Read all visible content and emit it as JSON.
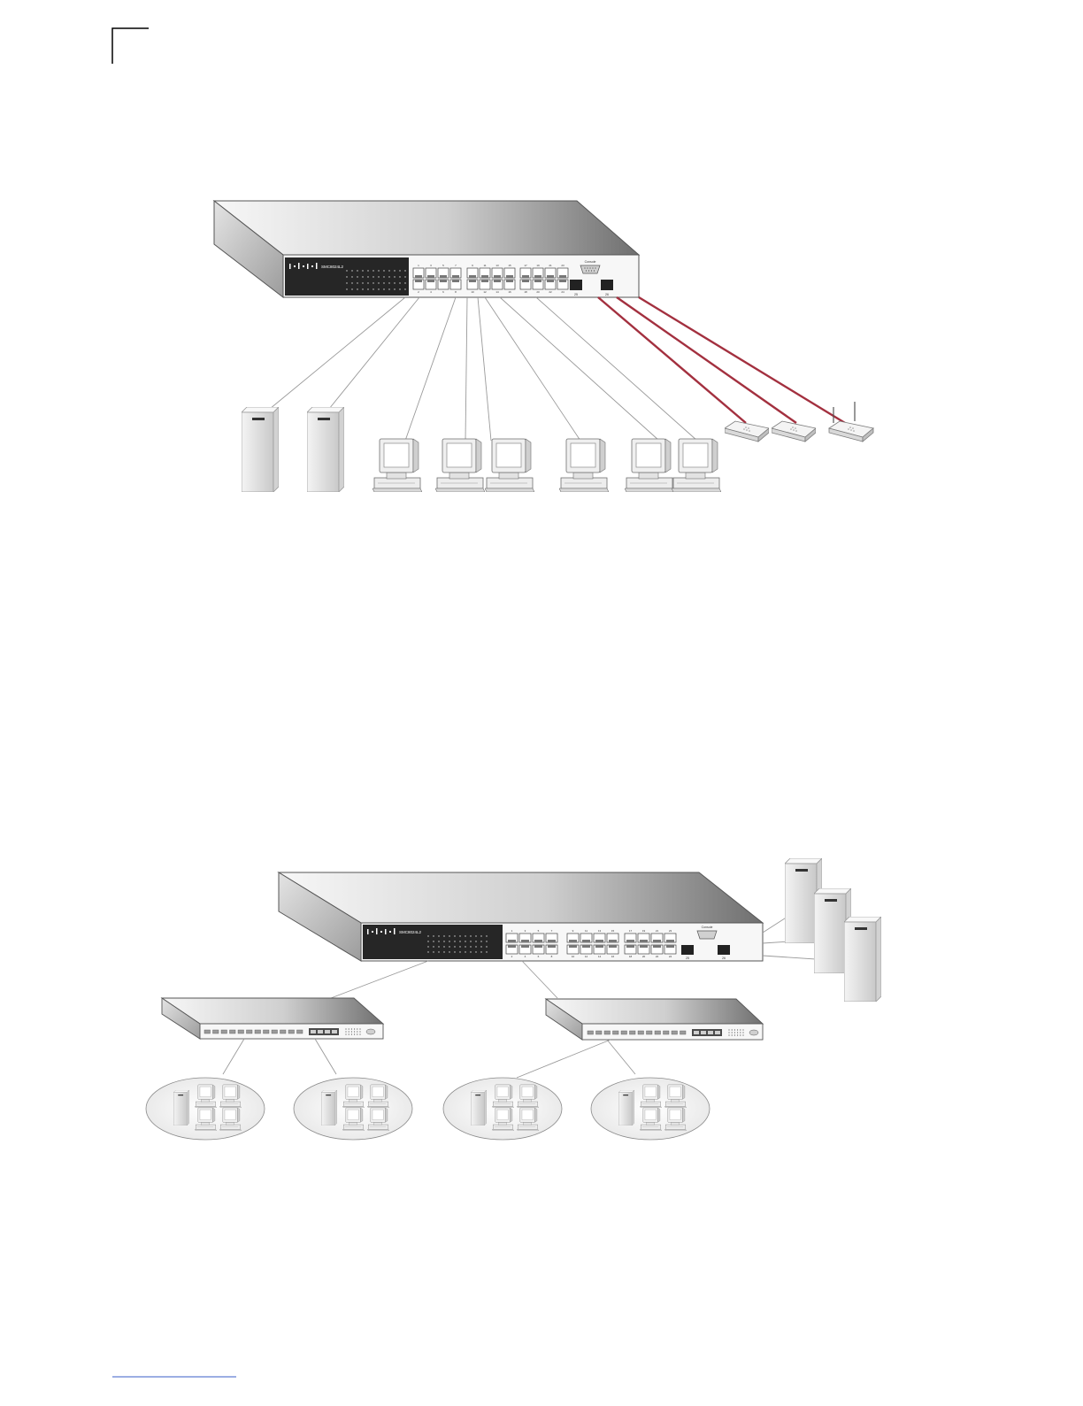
{
  "colors": {
    "page": "#ffffff",
    "cable_copper": "#9a9a9a",
    "cable_fiber": "#a3303f",
    "panel_dark": "#2b2b2b",
    "chassis_light": "#ececec",
    "chassis_dark": "#8a8a8a",
    "device_fill": "#f2f2f2"
  },
  "icons": {
    "switch": "network-switch-icon",
    "server": "tower-server-icon",
    "workstation": "desktop-pc-icon",
    "access_point": "wireless-access-point-icon",
    "group": "workgroup-cluster-icon"
  },
  "figure1": {
    "switch_name": "SMC8024L2",
    "port_numbers_top": [
      "1",
      "3",
      "5",
      "7",
      "9",
      "11",
      "13",
      "15",
      "17",
      "19",
      "21",
      "23"
    ],
    "port_numbers_bottom": [
      "2",
      "4",
      "6",
      "8",
      "10",
      "12",
      "14",
      "16",
      "18",
      "20",
      "22",
      "24"
    ],
    "sfp_labels": [
      "25",
      "26"
    ],
    "console_label": "Console",
    "servers": 2,
    "workstations": 6,
    "access_points": 3
  },
  "figure2": {
    "switch_name": "SMC8024L2",
    "port_numbers_top": [
      "1",
      "3",
      "5",
      "7",
      "9",
      "11",
      "13",
      "15",
      "17",
      "19",
      "21",
      "23"
    ],
    "port_numbers_bottom": [
      "2",
      "4",
      "6",
      "8",
      "10",
      "12",
      "14",
      "16",
      "18",
      "20",
      "22",
      "24"
    ],
    "sfp_labels": [
      "25",
      "26"
    ],
    "console_label": "Console",
    "servers": 3,
    "edge_switches": 2,
    "workgroups": 4
  }
}
